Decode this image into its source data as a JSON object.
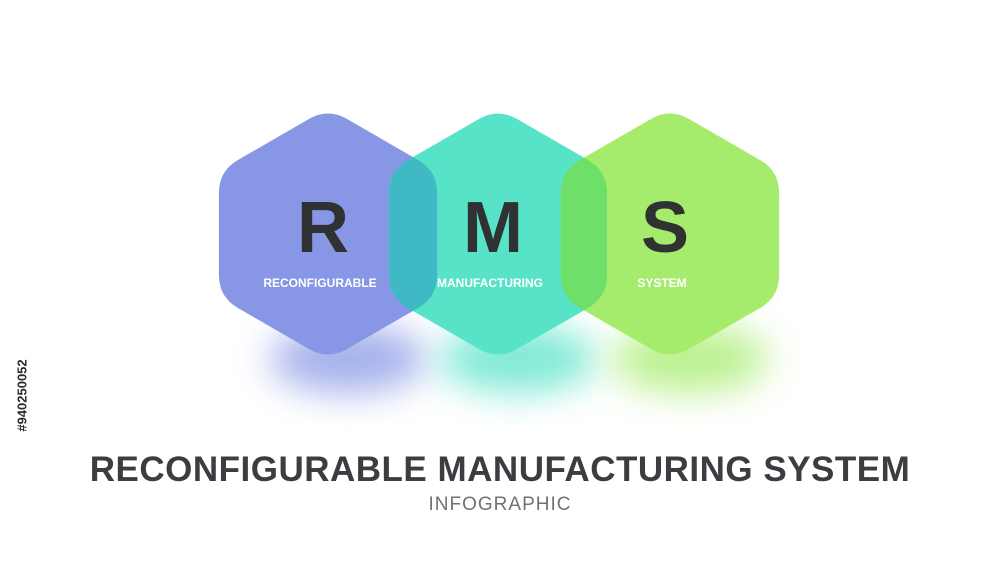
{
  "diagram": {
    "hexagons": [
      {
        "letter": "R",
        "label": "RECONFIGURABLE",
        "color": "#8797e6"
      },
      {
        "letter": "M",
        "label": "MANUFACTURING",
        "color": "#57e3c8"
      },
      {
        "letter": "S",
        "label": "SYSTEM",
        "color": "#a6ec6c"
      }
    ],
    "overlap_colors": [
      "#3fb9c4",
      "#6ee06a"
    ]
  },
  "title": "RECONFIGURABLE MANUFACTURING SYSTEM",
  "subtitle": "INFOGRAPHIC",
  "side_id": "#940250052"
}
